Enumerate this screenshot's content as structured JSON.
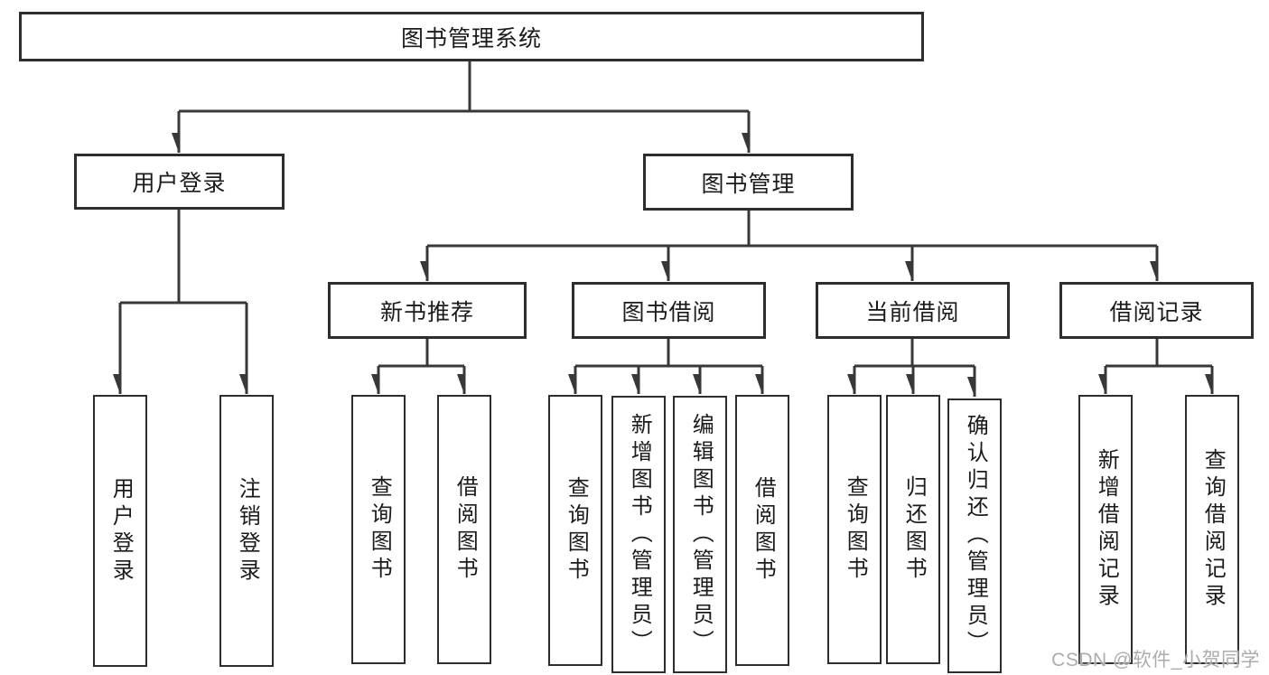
{
  "diagram": {
    "root": {
      "label": "图书管理系统"
    },
    "login": {
      "label": "用户登录",
      "children": [
        "用户登录",
        "注销登录"
      ]
    },
    "manage": {
      "label": "图书管理",
      "groups": {
        "recommend": {
          "label": "新书推荐",
          "children": [
            "查询图书",
            "借阅图书"
          ]
        },
        "borrow": {
          "label": "图书借阅",
          "children": [
            "查询图书",
            "新增图书（管理员）",
            "编辑图书（管理员）",
            "借阅图书"
          ]
        },
        "current": {
          "label": "当前借阅",
          "children": [
            "查询图书",
            "归还图书",
            "确认归还（管理员）"
          ]
        },
        "records": {
          "label": "借阅记录",
          "children": [
            "新增借阅记录",
            "查询借阅记录"
          ]
        }
      }
    }
  },
  "watermark": "CSDN @软件_小贺同学",
  "colors": {
    "line": "#383838",
    "box_border": "#2d2d2d",
    "text": "#1b1b1b",
    "watermark": "#acacac",
    "background": "#ffffff"
  }
}
